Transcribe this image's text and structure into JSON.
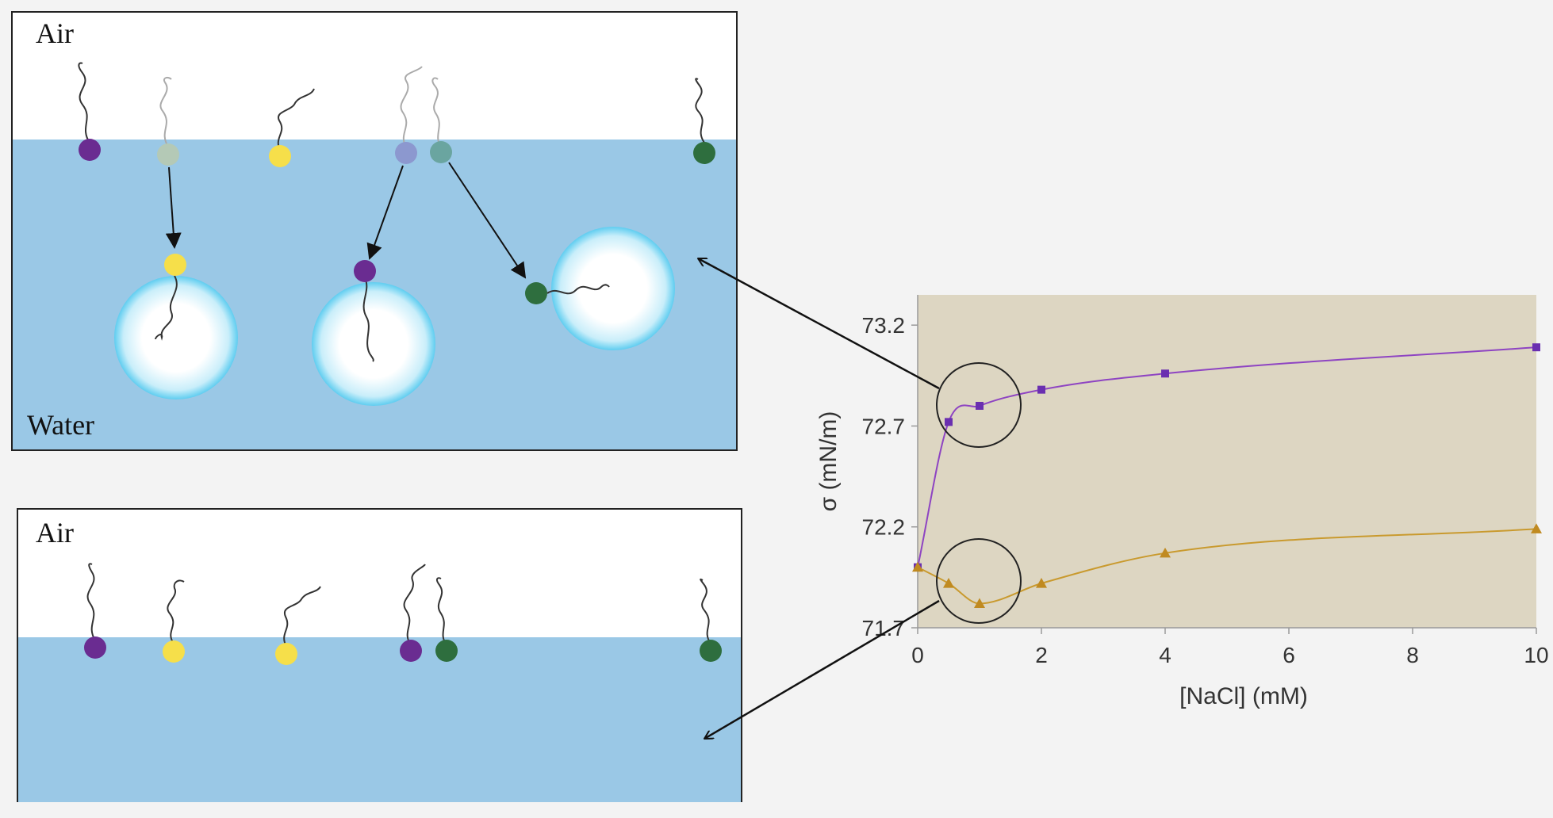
{
  "top_panel": {
    "air_label": "Air",
    "water_label": "Water"
  },
  "bottom_panel": {
    "air_label": "Air"
  },
  "colors": {
    "water": "#9ac8e6",
    "chart_bg": "#ddd6c2",
    "purple": "#6a2c91",
    "yellow": "#f6df4a",
    "green": "#2e6e3e",
    "series_purple": "#8e44c2",
    "series_gold": "#c99a2e"
  },
  "chart_data": {
    "type": "line",
    "xlabel": "[NaCl] (mM)",
    "ylabel": "σ (mN/m)",
    "xlim": [
      0,
      10
    ],
    "ylim": [
      71.7,
      73.35
    ],
    "x_ticks": [
      "0",
      "2",
      "4",
      "6",
      "8",
      "10"
    ],
    "y_ticks": [
      "71.7",
      "72.2",
      "72.7",
      "73.2"
    ],
    "x": [
      0,
      0.5,
      1,
      2,
      4,
      10
    ],
    "series": [
      {
        "values": [
          72.0,
          72.72,
          72.8,
          72.88,
          72.96,
          73.09
        ],
        "marker": "square"
      },
      {
        "values": [
          72.0,
          71.92,
          71.82,
          71.92,
          72.07,
          72.19
        ],
        "marker": "triangle"
      }
    ]
  }
}
